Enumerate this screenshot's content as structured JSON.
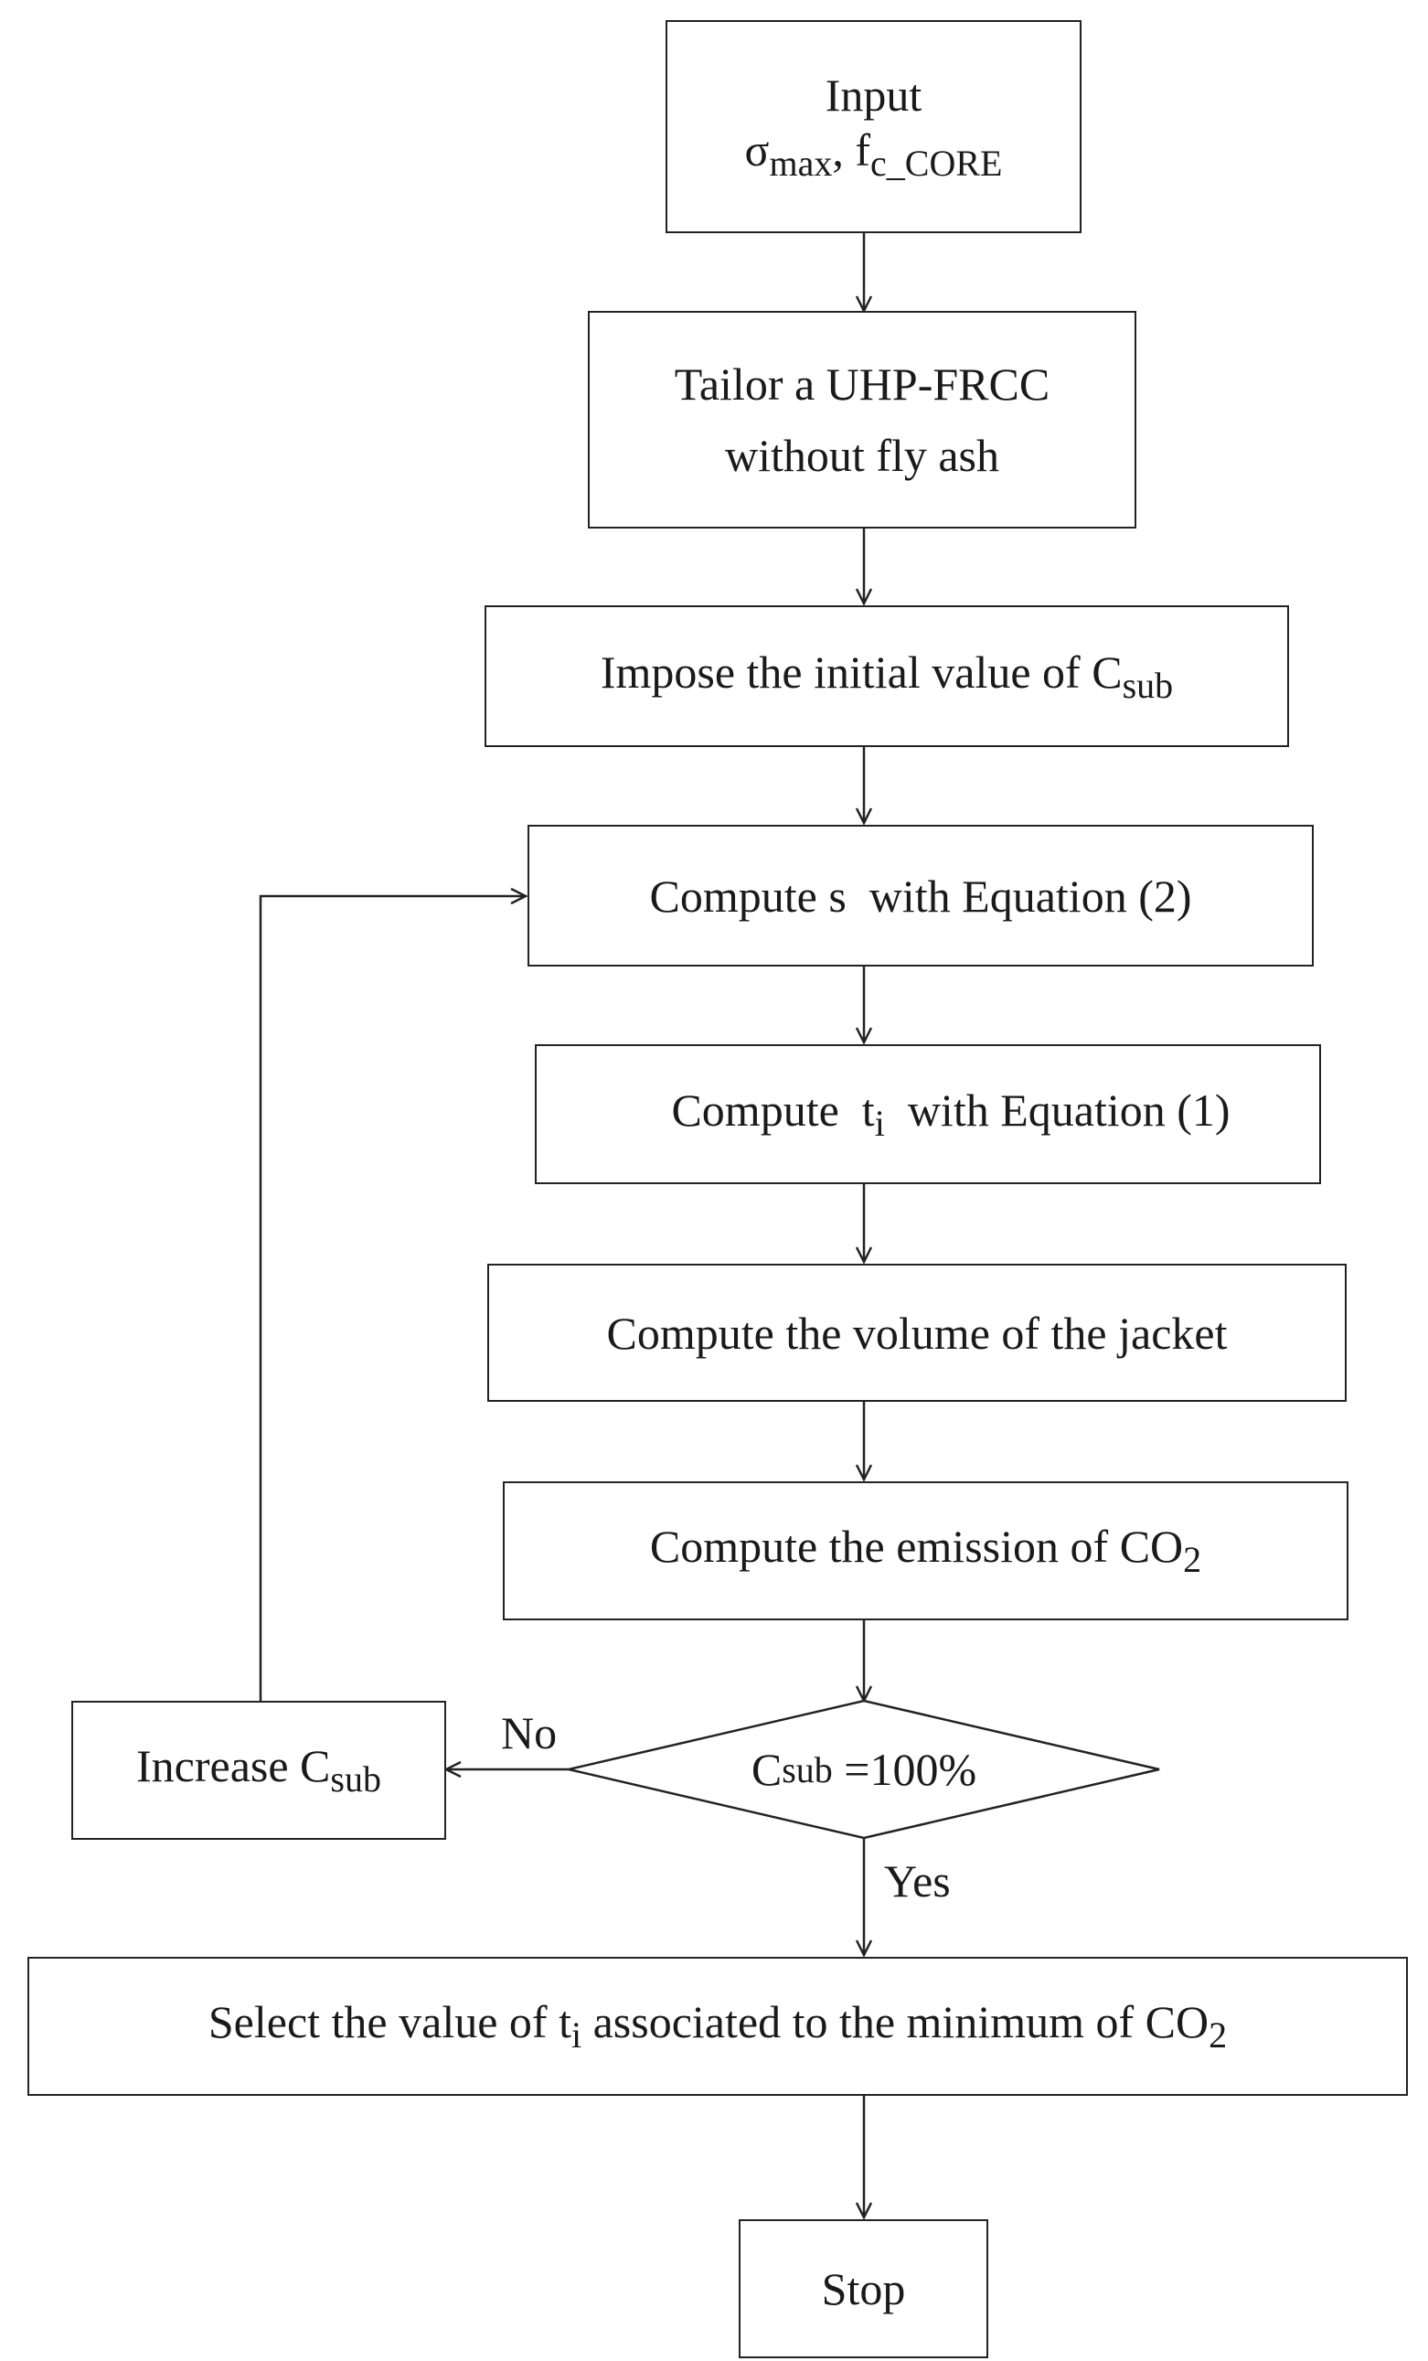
{
  "nodes": {
    "input": {
      "line1": "Input",
      "sigma": "σ",
      "sigma_sub": "max",
      "sep": ", ",
      "f": "f",
      "f_sub": "c_CORE"
    },
    "tailor": {
      "line1": "Tailor a UHP-FRCC",
      "line2": "without fly ash"
    },
    "impose": {
      "text": "Impose the initial value of ",
      "c": "C",
      "c_sub": "sub"
    },
    "compute_s": {
      "text": "Compute s  with Equation (2)"
    },
    "compute_t": {
      "pre": "Compute  ",
      "t": "t",
      "t_sub": "i",
      "post": "  with Equation (1)"
    },
    "compute_volume": {
      "text": "Compute the volume of the jacket"
    },
    "compute_emission": {
      "text": "Compute the emission of ",
      "co": "CO",
      "co_sub": "2"
    },
    "decision": {
      "c": "C",
      "c_sub": "sub",
      "post": " =100%"
    },
    "increase": {
      "text": "Increase ",
      "c": "C",
      "c_sub": "sub"
    },
    "select": {
      "pre": "Select the value of ",
      "t": "t",
      "t_sub": "i",
      "mid": " associated to the minimum of ",
      "co": "CO",
      "co_sub": "2"
    },
    "stop": {
      "text": "Stop"
    }
  },
  "edges": {
    "no_label": "No",
    "yes_label": "Yes"
  }
}
